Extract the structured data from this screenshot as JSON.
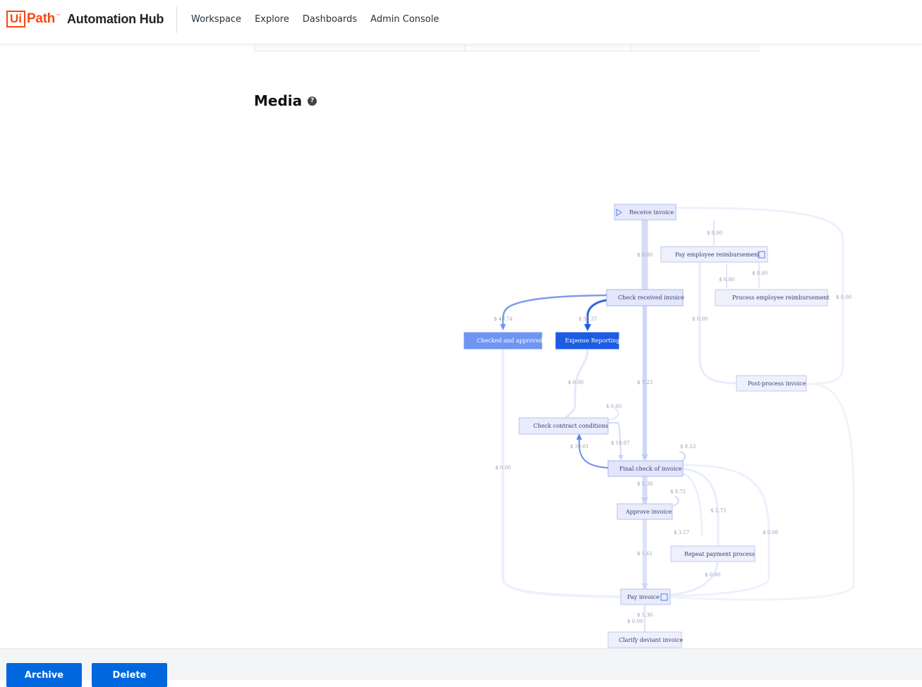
{
  "brand": {
    "ui": "Ui",
    "path": "Path",
    "tm": "™",
    "product": "Automation Hub"
  },
  "nav": {
    "items": [
      {
        "label": "Workspace"
      },
      {
        "label": "Explore"
      },
      {
        "label": "Dashboards"
      },
      {
        "label": "Admin Console"
      }
    ]
  },
  "media": {
    "title": "Media",
    "help_icon": "?"
  },
  "process_map": {
    "nodes": [
      {
        "label": "Receive invoice"
      },
      {
        "label": "Pay employee reimbursement"
      },
      {
        "label": "Check received invoice"
      },
      {
        "label": "Process employee reimbursement"
      },
      {
        "label": "Checked and approved"
      },
      {
        "label": "Expense Reporting"
      },
      {
        "label": "Post-process invoice"
      },
      {
        "label": "Check contract conditions"
      },
      {
        "label": "Final check of invoice"
      },
      {
        "label": "Approve invoice"
      },
      {
        "label": "Repeat payment process"
      },
      {
        "label": "Pay invoice"
      },
      {
        "label": "Clarify deviant invoice"
      }
    ],
    "edge_labels": [
      "$ 0.00",
      "$ 0.00",
      "$ 0.00",
      "$ 0.00",
      "$ 0.00",
      "$ 40.74",
      "$ 33.37",
      "$ 0.00",
      "$ 0.00",
      "$ 7.23",
      "$ 0.00",
      "$ 39.81",
      "$ 10.87",
      "$ 8.53",
      "$ 0.00",
      "$ 1.38",
      "$ 9.72",
      "$ 2.73",
      "$ 3.57",
      "$ 0.08",
      "$ 1.61",
      "$ 0.00",
      "$ 1.36",
      "$ 0.00"
    ],
    "colors": {
      "node_fill": "#e6e9fb",
      "node_border": "#b3baed",
      "highlight_light": "#6e95f2",
      "highlight_dark": "#1b5ce3",
      "edge": "#c9d3f7",
      "edge_strong": "#5b86ef"
    }
  },
  "footer": {
    "archive_label": "Archive",
    "delete_label": "Delete"
  }
}
